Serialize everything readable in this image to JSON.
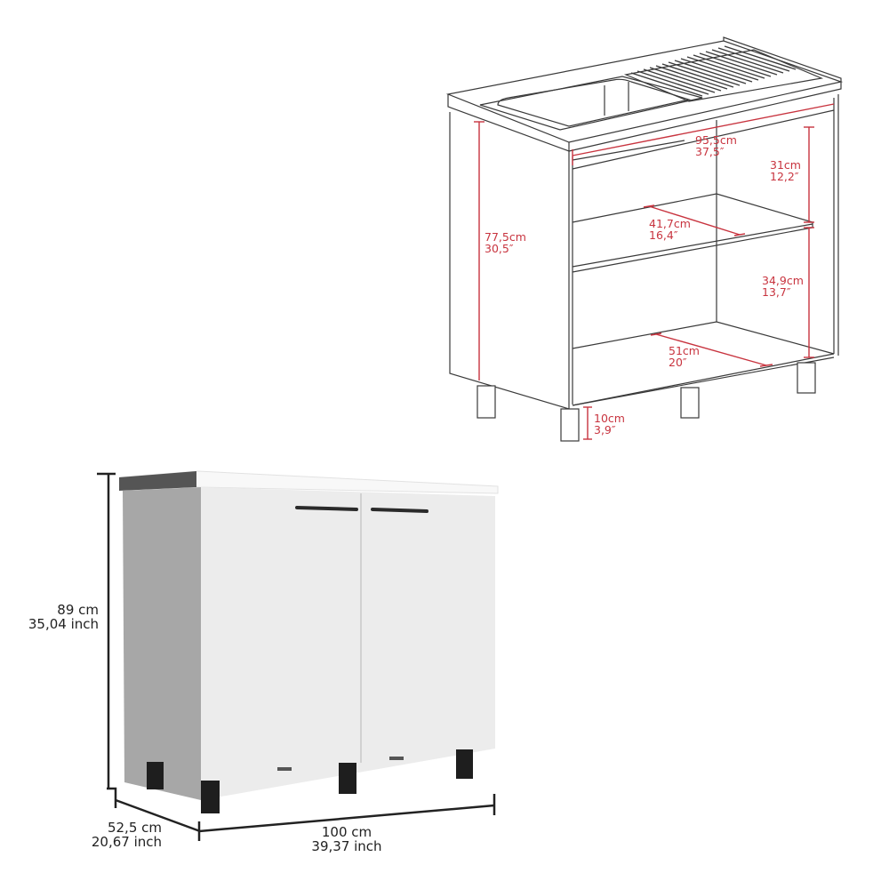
{
  "colors": {
    "dimension_red": "#c8343f",
    "outline": "#3a3a3a",
    "dimension_black": "#222222",
    "cabinet_front": "#ececec",
    "cabinet_side": "#a7a7a7",
    "countertop_top": "#f8f8f8",
    "countertop_edge": "#555555",
    "legs": "#1e1e1e",
    "handles": "#2a2a2a"
  },
  "technical_drawing": {
    "description": "Line drawing of open sink cabinet with interior dimensions",
    "dimensions": {
      "interior_width": {
        "cm": "95,5cm",
        "inch": "37,5″"
      },
      "upper_height": {
        "cm": "31cm",
        "inch": "12,2″"
      },
      "body_height": {
        "cm": "77,5cm",
        "inch": "30,5″"
      },
      "shelf_depth": {
        "cm": "41,7cm",
        "inch": "16,4″"
      },
      "lower_height": {
        "cm": "34,9cm",
        "inch": "13,7″"
      },
      "bottom_depth": {
        "cm": "51cm",
        "inch": "20″"
      },
      "leg_height": {
        "cm": "10cm",
        "inch": "3,9″"
      }
    }
  },
  "product_render": {
    "description": "White two-door sink base cabinet with black legs and handles",
    "dimensions": {
      "height": {
        "cm": "89 cm",
        "inch": "35,04 inch"
      },
      "depth": {
        "cm": "52,5 cm",
        "inch": "20,67 inch"
      },
      "width": {
        "cm": "100 cm",
        "inch": "39,37 inch"
      }
    }
  }
}
